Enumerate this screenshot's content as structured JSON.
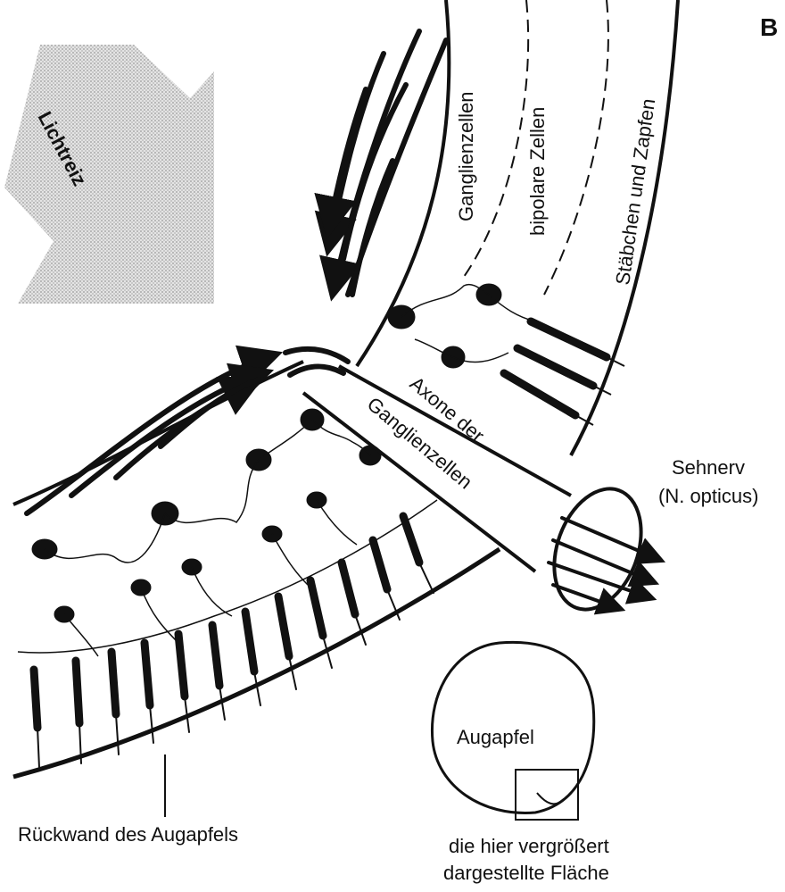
{
  "panel_letter": "B",
  "labels": {
    "light_stimulus": "Lichtreiz",
    "ganglion_cells": "Ganglienzellen",
    "bipolar_cells": "bipolare Zellen",
    "rods_cones": "Stäbchen und Zapfen",
    "axons_line1": "Axone der",
    "axons_line2": "Ganglienzellen",
    "optic_nerve_line1": "Sehnerv",
    "optic_nerve_line2": "(N. opticus)",
    "eyeball": "Augapfel",
    "back_wall": "Rückwand des Augapfels",
    "inset_caption_line1": "die hier vergrößert",
    "inset_caption_line2": "dargestellte Fläche"
  },
  "colors": {
    "ink": "#111111",
    "stimulus_arrow": "#c9c9c9"
  }
}
